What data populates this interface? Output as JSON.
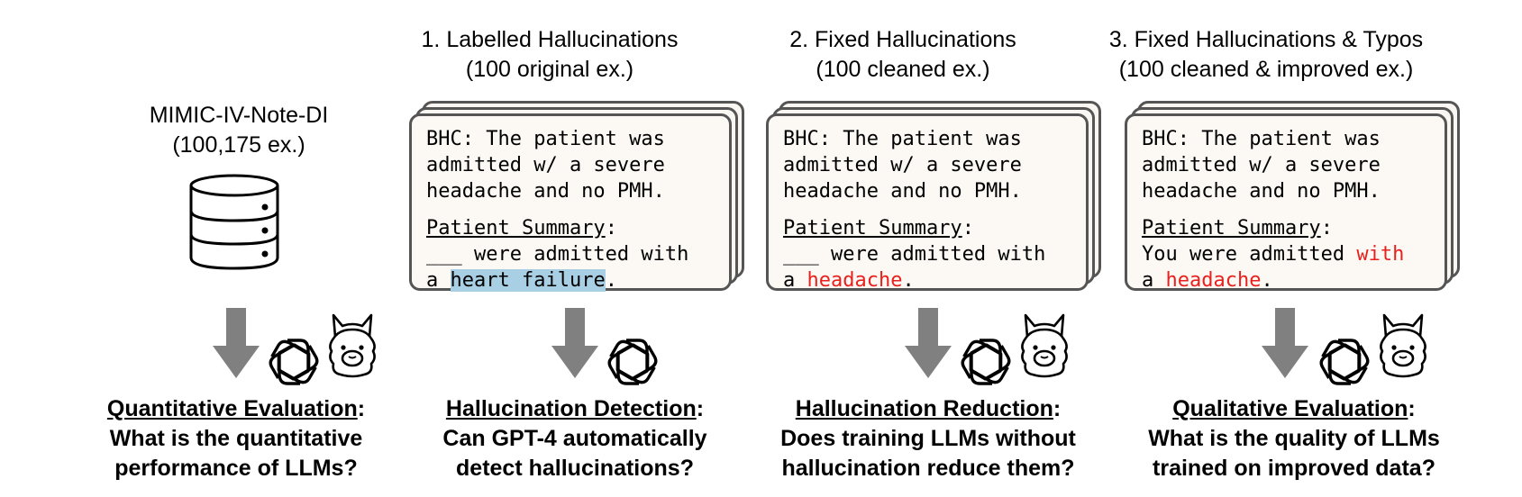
{
  "source": {
    "title": "MIMIC-IV-Note-DI",
    "count": "(100,175 ex.)"
  },
  "panels": [
    {
      "title": "1. Labelled Hallucinations",
      "subtitle": "(100 original ex.)"
    },
    {
      "title": "2. Fixed Hallucinations",
      "subtitle": "(100 cleaned ex.)"
    },
    {
      "title": "3. Fixed Hallucinations & Typos",
      "subtitle": "(100 cleaned & improved ex.)"
    }
  ],
  "cards": [
    {
      "bhc": [
        "BHC: The patient was",
        "admitted w/ a severe",
        "headache and no PMH."
      ],
      "summary_label": "Patient Summary",
      "line1_pre": "___ were admitted with",
      "line1_mark": "",
      "line2_pre": "a ",
      "line2_mark": "heart failure",
      "line2_post": "."
    },
    {
      "bhc": [
        "BHC: The patient was",
        "admitted w/ a severe",
        "headache and no PMH."
      ],
      "summary_label": "Patient Summary",
      "line1_pre": "___ were admitted with",
      "line1_mark": "",
      "line2_pre": "a ",
      "line2_mark": "headache",
      "line2_post": "."
    },
    {
      "bhc": [
        "BHC: The patient was",
        "admitted w/ a severe",
        "headache and no PMH."
      ],
      "summary_label": "Patient Summary",
      "line1_pre": "You were admitted ",
      "line1_mark": "with",
      "line2_pre": "a ",
      "line2_mark": "headache",
      "line2_post": "."
    }
  ],
  "questions": [
    {
      "label": "Quantitative Evaluation",
      "line1": "What is the quantitative",
      "line2": "performance of LLMs?"
    },
    {
      "label": "Hallucination Detection",
      "line1": "Can GPT-4 automatically",
      "line2": "detect hallucinations?"
    },
    {
      "label": "Hallucination Reduction",
      "line1": "Does training LLMs without",
      "line2": "hallucination reduce them?"
    },
    {
      "label": "Qualitative Evaluation",
      "line1": "What is the quality of LLMs",
      "line2": "trained on improved data?"
    }
  ],
  "punctuation": {
    "colon": ":"
  },
  "colors": {
    "arrow": "#808080",
    "highlight": "#a9cfe4",
    "fix_text": "#e8211f",
    "card_border": "#555555",
    "card_bg": "#fcf8f3"
  },
  "icons": [
    "database-icon",
    "openai-logo-icon",
    "llama-icon"
  ]
}
